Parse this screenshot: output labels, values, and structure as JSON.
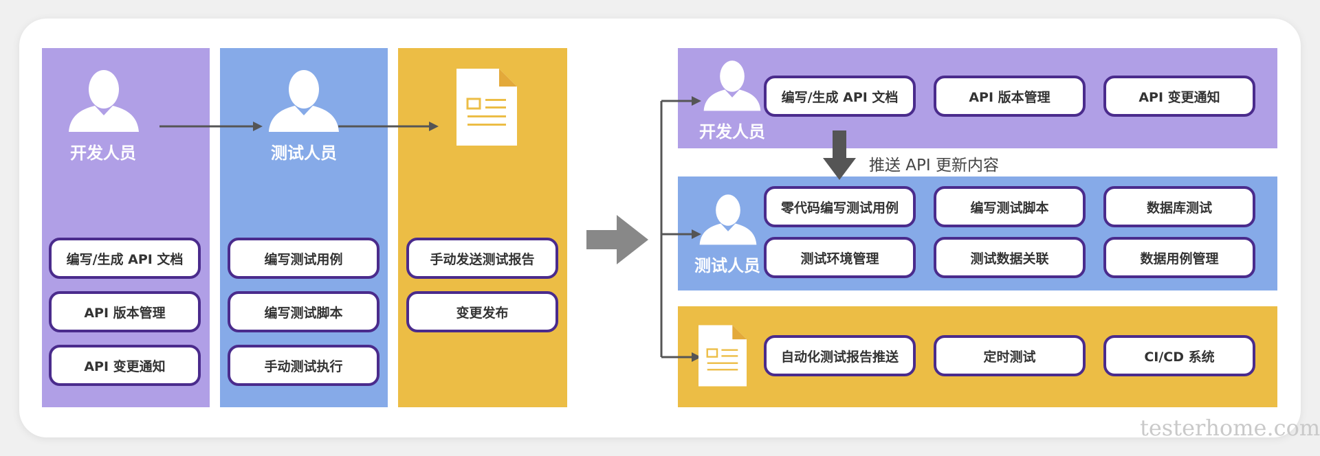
{
  "left": {
    "developer": {
      "label": "开发人员",
      "tasks": [
        "编写/生成 API 文档",
        "API 版本管理",
        "API 变更通知"
      ]
    },
    "tester": {
      "label": "测试人员",
      "tasks": [
        "编写测试用例",
        "编写测试脚本",
        "手动测试执行"
      ]
    },
    "report": {
      "tasks": [
        "手动发送测试报告",
        "变更发布"
      ]
    }
  },
  "right": {
    "developer": {
      "label": "开发人员",
      "tasks": [
        "编写/生成 API 文档",
        "API 版本管理",
        "API 变更通知"
      ]
    },
    "push_label": "推送 API 更新内容",
    "tester": {
      "label": "测试人员",
      "tasks": [
        "零代码编写测试用例",
        "编写测试脚本",
        "数据库测试",
        "测试环境管理",
        "测试数据关联",
        "数据用例管理"
      ]
    },
    "report": {
      "tasks": [
        "自动化测试报告推送",
        "定时测试",
        "CI/CD 系统"
      ]
    }
  },
  "watermark": "testerhome.com",
  "colors": {
    "purple": "#b09fe6",
    "blue": "#86aae8",
    "yellow": "#ecbd45",
    "pill_border": "#4a2b8c",
    "arrow": "#555555",
    "big_arrow": "#888888"
  },
  "icons": [
    "person-icon",
    "document-icon",
    "arrow-icon"
  ]
}
